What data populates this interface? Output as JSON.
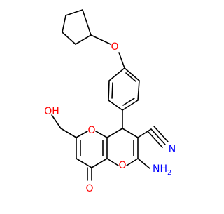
{
  "molecule": {
    "atom_labels": {
      "ether_oxygen": "O",
      "hydroxyl": "OH",
      "pyran_oxygen_left": "O",
      "pyran_oxygen_right": "O",
      "nitrile_nitrogen": "N",
      "amino": "NH",
      "amino_subscript": "2",
      "carbonyl_oxygen": "O"
    },
    "colors": {
      "bond": "#000000",
      "oxygen": "#ff0000",
      "nitrogen": "#0000ff"
    }
  }
}
